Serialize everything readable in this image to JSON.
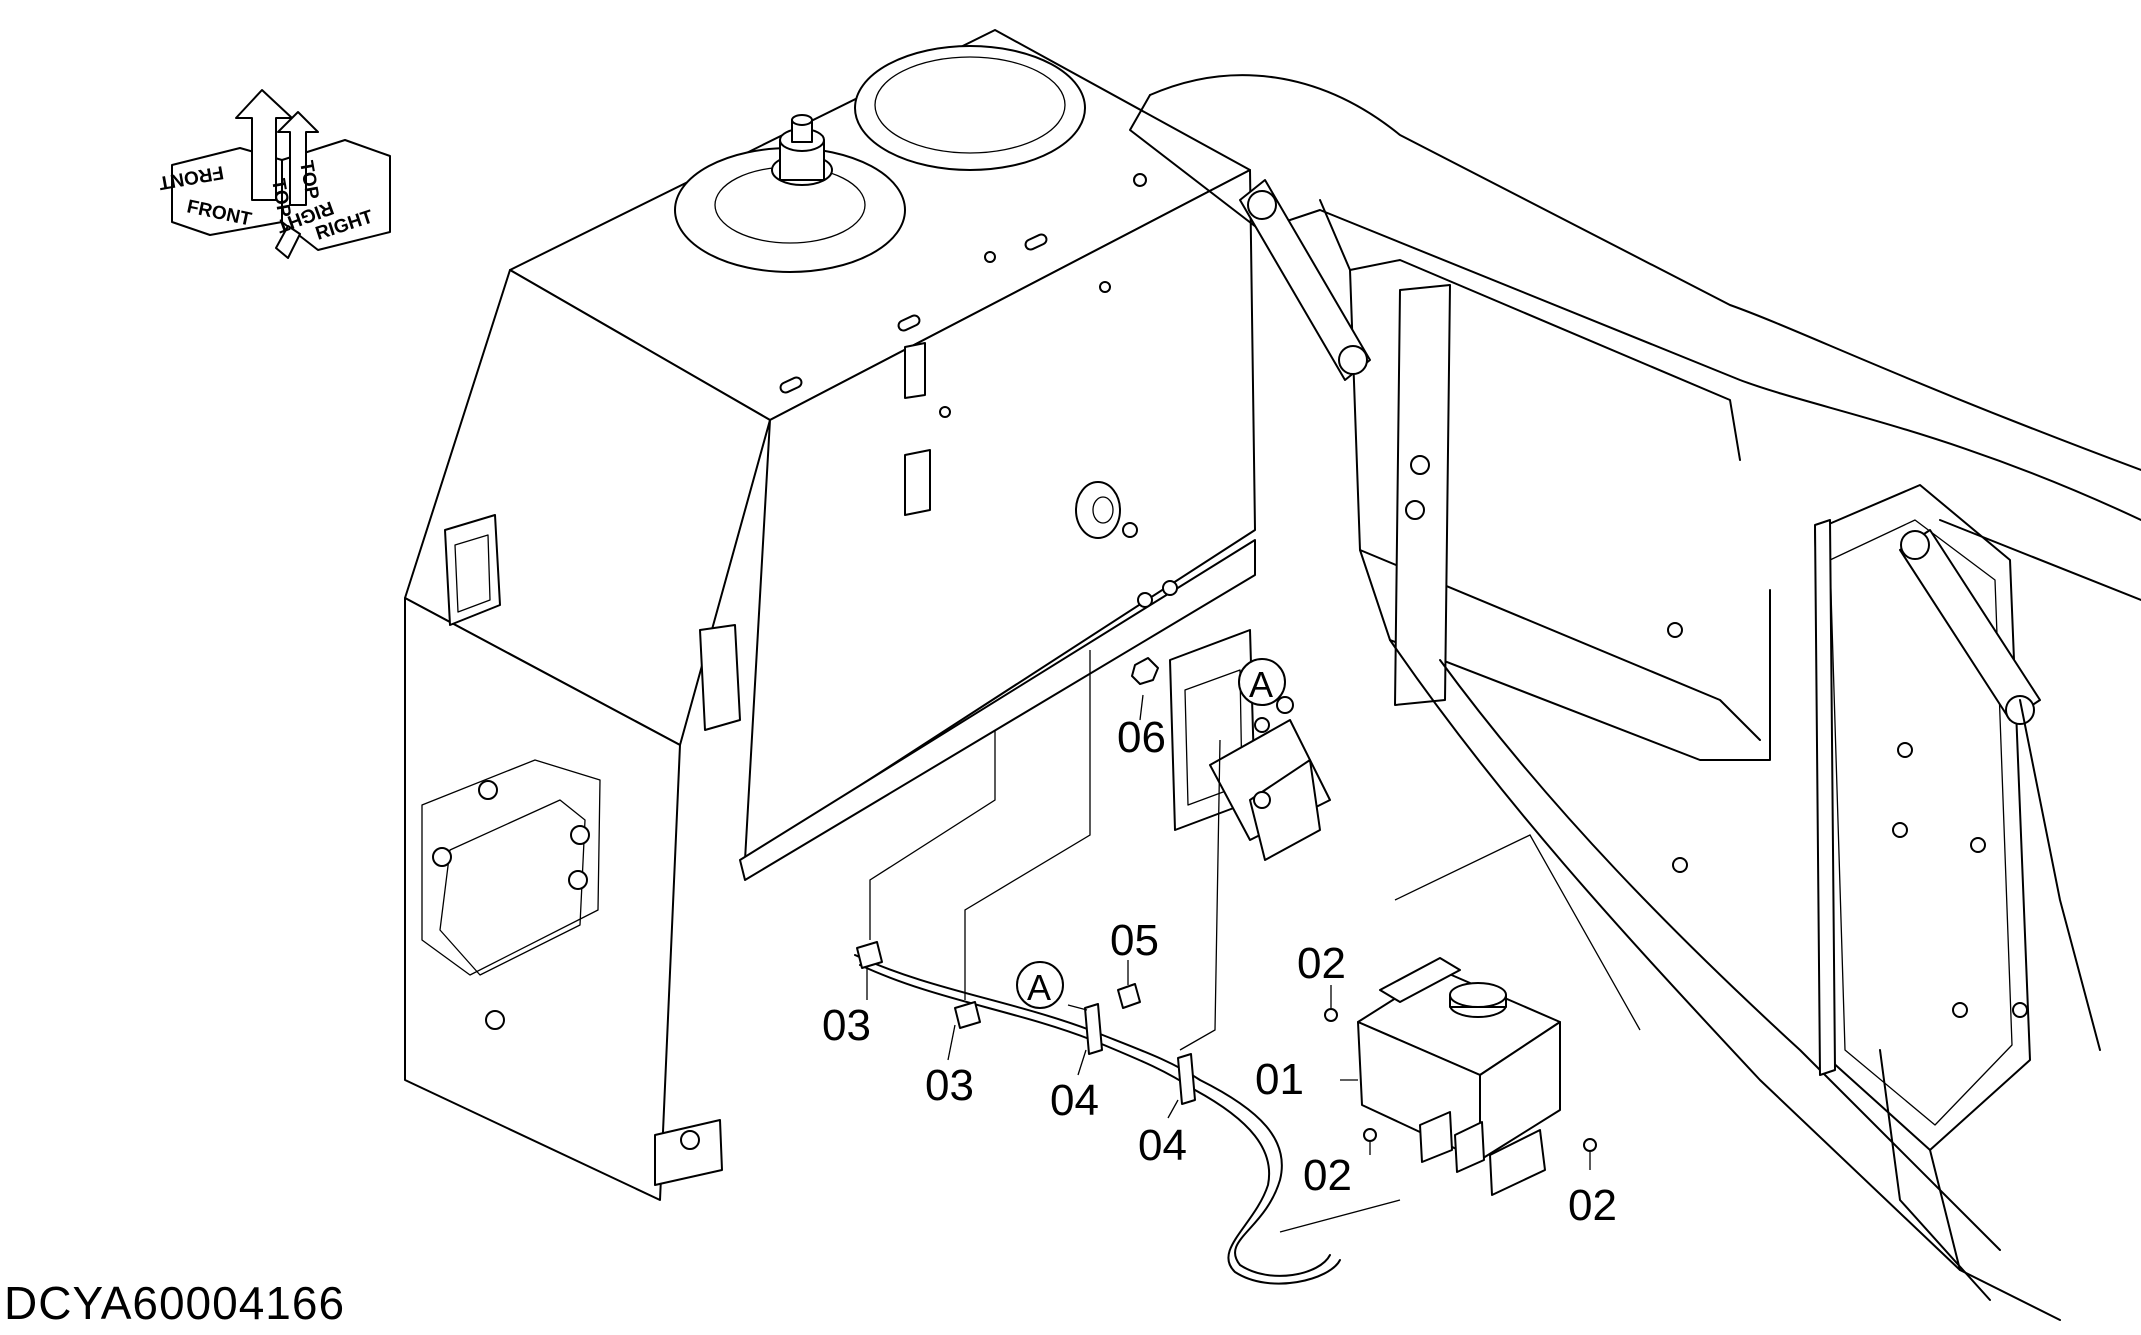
{
  "document_id": "DCYA60004166",
  "orientation_symbol": {
    "front": "FRONT",
    "top": "TOP",
    "right": "RIGHT"
  },
  "callouts": {
    "part_01": "01",
    "part_02_a": "02",
    "part_02_b": "02",
    "part_02_c": "02",
    "part_03_a": "03",
    "part_03_b": "03",
    "part_04_a": "04",
    "part_04_b": "04",
    "part_05": "05",
    "part_06": "06",
    "detail_a_1": "A",
    "detail_a_2": "A"
  }
}
